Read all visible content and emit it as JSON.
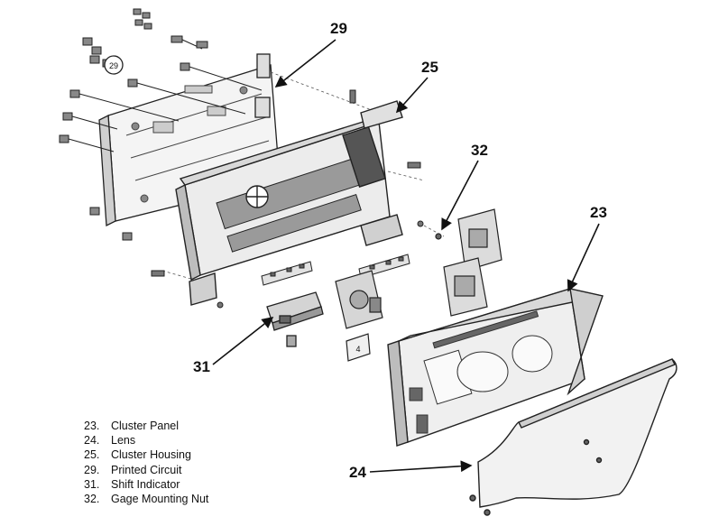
{
  "callouts": {
    "c29": "29",
    "c25": "25",
    "c32": "32",
    "c23": "23",
    "c31": "31",
    "c24": "24"
  },
  "legend": [
    {
      "num": "23.",
      "label": "Cluster Panel"
    },
    {
      "num": "24.",
      "label": "Lens"
    },
    {
      "num": "25.",
      "label": "Cluster Housing"
    },
    {
      "num": "29.",
      "label": "Printed Circuit"
    },
    {
      "num": "31.",
      "label": "Shift Indicator"
    },
    {
      "num": "32.",
      "label": "Gage Mounting Nut"
    }
  ],
  "part_marks": {
    "bulb_socket_label": "29",
    "shift_indicator_label": "4"
  }
}
